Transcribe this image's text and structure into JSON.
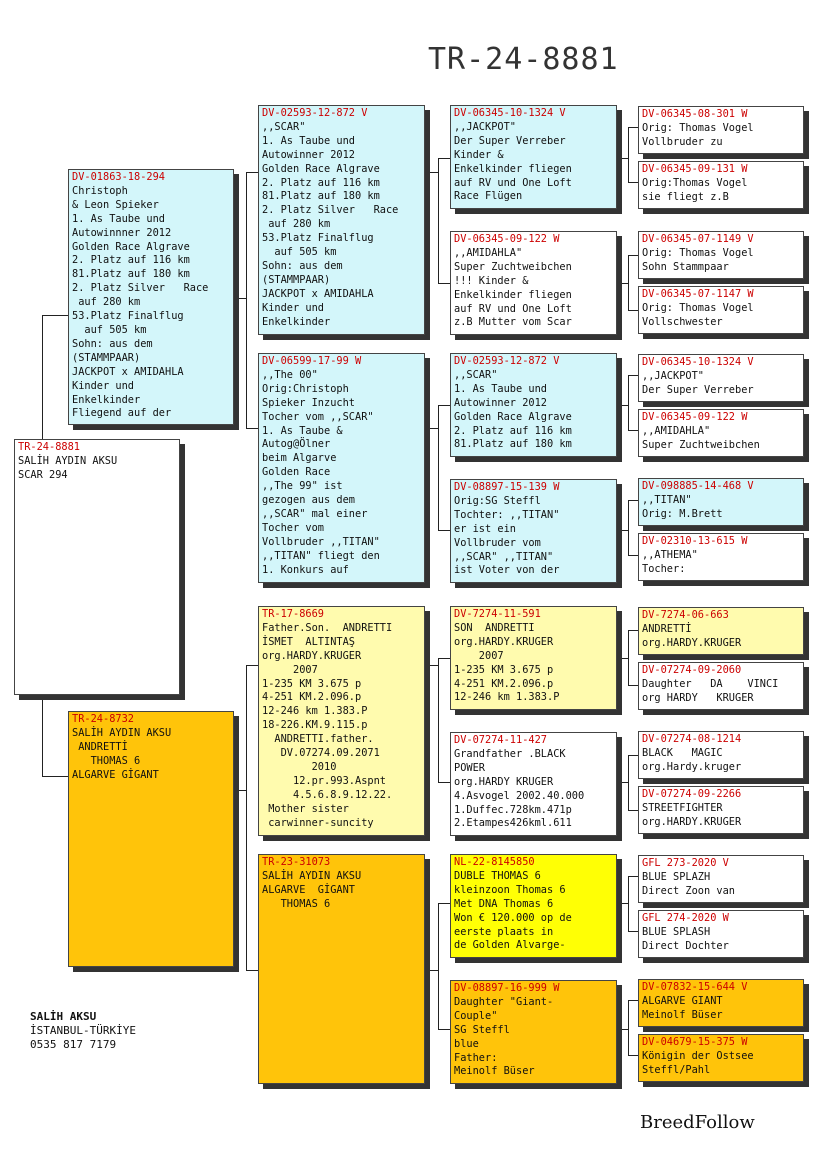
{
  "title": "TR-24-8881",
  "subject": {
    "ring": "TR-24-8881",
    "text": "SALİH AYDIN AKSU\nSCAR 294"
  },
  "sire": {
    "ring": "DV-01863-18-294",
    "text": "Christoph\n& Leon Spieker\n1. As Taube und\nAutowinnner 2012\nGolden Race Algrave\n2. Platz auf 116 km\n81.Platz auf 180 km\n2. Platz Silver   Race\n auf 280 km\n53.Platz Finalflug\n  auf 505 km\nSohn: aus dem\n(STAMMPAAR)\nJACKPOT x AMIDAHLA\nKinder und\nEnkelkinder\nFliegend auf der"
  },
  "dam": {
    "ring": "TR-24-8732",
    "text": "SALİH AYDIN AKSU\n ANDRETTİ\n   THOMAS 6\nALGARVE GİGANT"
  },
  "ss": {
    "ring": "DV-02593-12-872 V",
    "text": ",,SCAR\"\n1. As Taube und\nAutowinner 2012\nGolden Race Algrave\n2. Platz auf 116 km\n81.Platz auf 180 km\n2. Platz Silver   Race\n auf 280 km\n53.Platz Finalflug\n  auf 505 km\nSohn: aus dem\n(STAMMPAAR)\nJACKPOT x AMIDAHLA\nKinder und\nEnkelkinder"
  },
  "sd": {
    "ring": "DV-06599-17-99 W",
    "text": ",,The 00\"\nOrig:Christoph\nSpieker Inzucht\nTocher vom ,,SCAR\"\n1. As Taube &\nAutog@Ölner\nbeim Algarve\nGolden Race\n,,The 99\" ist\ngezogen aus dem\n,,SCAR\" mal einer\nTocher vom\nVollbruder ,,TITAN\"\n,,TITAN\" fliegt den\n1. Konkurs auf"
  },
  "ds": {
    "ring": "TR-17-8669",
    "text": "Father.Son.  ANDRETTI\nİSMET  ALTINTAŞ\norg.HARDY.KRUGER\n     2007\n1-235 KM 3.675 p\n4-251 KM.2.096.p\n12-246 km 1.383.P\n18-226.KM.9.115.p\n  ANDRETTI.father.\n   DV.07274.09.2071\n        2010\n     12.pr.993.Aspnt\n     4.5.6.8.9.12.22.\n Mother sister\n carwinner-suncity"
  },
  "dd": {
    "ring": "TR-23-31073",
    "text": "SALİH AYDIN AKSU\nALGARVE  GİGANT\n   THOMAS 6"
  },
  "sss": {
    "ring": "DV-06345-10-1324 V",
    "text": ",,JACKPOT\"\nDer Super Verreber\nKinder &\nEnkelkinder fliegen\nauf RV und One Loft\nRace Flügen"
  },
  "ssd": {
    "ring": "DV-06345-09-122 W",
    "text": ",,AMIDAHLA\"\nSuper Zuchtweibchen\n!!! Kinder &\nEnkelkinder fliegen\nauf RV und One Loft\nz.B Mutter vom Scar"
  },
  "sds": {
    "ring": "DV-02593-12-872 V",
    "text": ",,SCAR\"\n1. As Taube und\nAutowinner 2012\nGolden Race Algrave\n2. Platz auf 116 km\n81.Platz auf 180 km"
  },
  "sdd": {
    "ring": "DV-08897-15-139 W",
    "text": "Orig:SG Steffl\nTochter: ,,TITAN\"\ner ist ein\nVollbruder vom\n,,SCAR\" ,,TITAN\"\nist Voter von der"
  },
  "dss": {
    "ring": "DV-7274-11-591",
    "text": "SON  ANDRETTI\norg.HARDY.KRUGER\n    2007\n1-235 KM 3.675 p\n4-251 KM.2.096.p\n12-246 km 1.383.P"
  },
  "dsd": {
    "ring": "DV-07274-11-427",
    "text": "Grandfather .BLACK\nPOWER\norg.HARDY KRUGER\n4.Asvogel 2002.40.000\n1.Duffec.728km.471p\n2.Etampes426kml.611"
  },
  "dds": {
    "ring": "NL-22-8145850",
    "text": "DUBLE THOMAS 6\nkleinzoon Thomas 6\nMet DNA Thomas 6\nWon € 120.000 op de\neerste plaats in\nde Golden Alvarge-"
  },
  "ddd": {
    "ring": "DV-08897-16-999 W",
    "text": "Daughter \"Giant-\nCouple\"\nSG Steffl\nblue\nFather:\nMeinolf Büser"
  },
  "g1": {
    "ring": "DV-06345-08-301 W",
    "text": "Orig: Thomas Vogel\nVollbruder zu"
  },
  "g2": {
    "ring": "DV-06345-09-131 W",
    "text": "Orig:Thomas Vogel\nsie fliegt z.B"
  },
  "g3": {
    "ring": "DV-06345-07-1149 V",
    "text": "Orig: Thomas Vogel\nSohn Stammpaar"
  },
  "g4": {
    "ring": "DV-06345-07-1147 W",
    "text": "Orig: Thomas Vogel\nVollschwester"
  },
  "g5": {
    "ring": "DV-06345-10-1324 V",
    "text": ",,JACKPOT\"\nDer Super Verreber"
  },
  "g6": {
    "ring": "DV-06345-09-122 W",
    "text": ",,AMIDAHLA\"\nSuper Zuchtweibchen"
  },
  "g7": {
    "ring": "DV-098885-14-468 V",
    "text": ",,TITAN\"\nOrig: M.Brett"
  },
  "g8": {
    "ring": "DV-02310-13-615 W",
    "text": ",,ATHEMA\"\nTocher:"
  },
  "g9": {
    "ring": "DV-7274-06-663",
    "text": "ANDRETTİ\norg.HARDY.KRUGER"
  },
  "g10": {
    "ring": "DV-07274-09-2060",
    "text": "Daughter   DA    VINCI\norg HARDY   KRUGER"
  },
  "g11": {
    "ring": "DV-07274-08-1214",
    "text": "BLACK   MAGIC\norg.Hardy.kruger"
  },
  "g12": {
    "ring": "DV-07274-09-2266",
    "text": "STREETFIGHTER\norg.HARDY.KRUGER"
  },
  "g13": {
    "ring": "GFL 273-2020 V",
    "text": "BLUE SPLAZH\nDirect Zoon van"
  },
  "g14": {
    "ring": "GFL 274-2020 W",
    "text": "BLUE SPLASH\nDirect Dochter"
  },
  "g15": {
    "ring": "DV-07832-15-644 V",
    "text": "ALGARVE GIANT\nMeinolf Büser"
  },
  "g16": {
    "ring": "DV-04679-15-375 W",
    "text": "Königin der Ostsee\nSteffl/Pahl"
  },
  "owner": {
    "name": "SALİH AKSU",
    "location": "İSTANBUL-TÜRKİYE",
    "phone": "0535 817 7179"
  },
  "brand": "BreedFollow"
}
